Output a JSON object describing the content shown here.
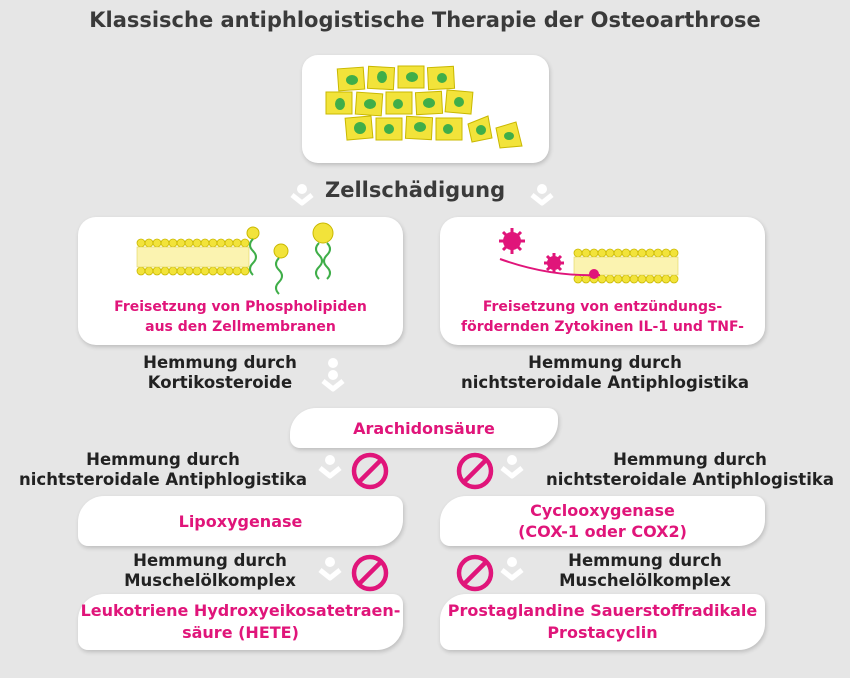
{
  "title": "Klassische antiphlogistische Therapie der Osteoarthrose",
  "cell_damage": "Zellschädigung",
  "left_panel": {
    "lines": [
      "Freisetzung von Phospholipiden",
      "aus den Zellmembranen"
    ]
  },
  "right_panel": {
    "lines": [
      "Freisetzung von entzündungs-",
      "fördernden Zytokinen IL-1 und TNF-"
    ]
  },
  "left_inhibition_1": [
    "Hemmung durch",
    "Kortikosteroide"
  ],
  "right_inhibition_1": [
    "Hemmung durch",
    "nichtsteroidale Antiphlogistika"
  ],
  "arachidonic": "Arachidonsäure",
  "left_inhibition_2": [
    "Hemmung durch",
    "nichtsteroidale Antiphlogistika"
  ],
  "right_inhibition_2": [
    "Hemmung durch",
    "nichtsteroidale Antiphlogistika"
  ],
  "lipoxygenase": "Lipoxygenase",
  "cyclooxygenase": [
    "Cyclooxygenase",
    "(COX-1 oder COX2)"
  ],
  "left_inhibition_3": [
    "Hemmung durch",
    "Muschelölkomplex"
  ],
  "right_inhibition_3": [
    "Hemmung durch",
    "Muschelölkomplex"
  ],
  "leukotriene": [
    "Leukotriene Hydroxyeikosatetraen-",
    "säure (HETE)"
  ],
  "prostaglandine": [
    "Prostaglandine Sauerstoffradikale",
    "Prostacyclin"
  ],
  "colors": {
    "accent": "#e0157a",
    "cell_yellow": "#f2e33a",
    "nucleus_green": "#3fae49",
    "background": "#e6e6e6"
  }
}
